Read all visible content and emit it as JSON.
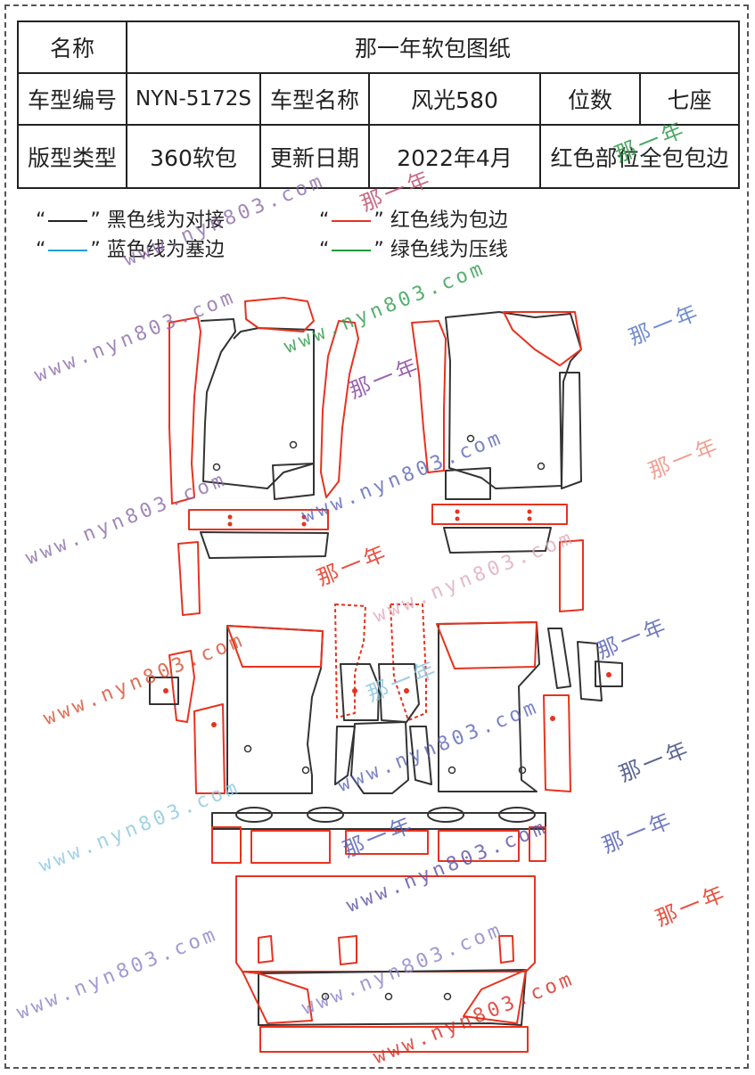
{
  "info_table": {
    "row1": {
      "label": "名称",
      "value": "那一年软包图纸"
    },
    "row2": {
      "model_code_label": "车型编号",
      "model_code": "NYN-5172S",
      "model_name_label": "车型名称",
      "model_name": "风光580",
      "seats_label": "位数",
      "seats": "七座"
    },
    "row3": {
      "pattern_type_label": "版型类型",
      "pattern_type": "360软包",
      "update_label": "更新日期",
      "update_date": "2022年4月",
      "note": "红色部位全包包边"
    }
  },
  "legend": [
    {
      "quote_open": "“",
      "quote_close": "”",
      "text": "黑色线为对接",
      "color": "#222222"
    },
    {
      "quote_open": "“",
      "quote_close": "”",
      "text": "红色线为包边",
      "color": "#e8321e"
    },
    {
      "quote_open": "“",
      "quote_close": "”",
      "text": "蓝色线为塞边",
      "color": "#1aa0d8"
    },
    {
      "quote_open": "“",
      "quote_close": "”",
      "text": "绿色线为压线",
      "color": "#1a9a3a"
    }
  ],
  "watermarks": {
    "url": "www.nyn803.com",
    "brand": "那一年"
  },
  "colors": {
    "seam_black": "#333333",
    "binding_red": "#e8321e",
    "dot_red": "#e8321e"
  }
}
